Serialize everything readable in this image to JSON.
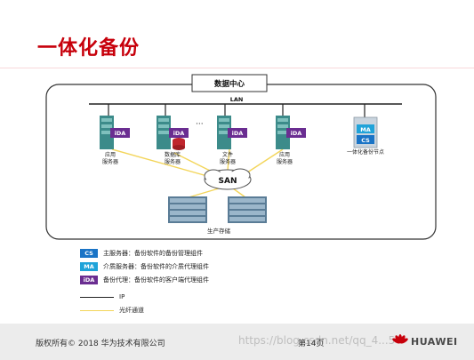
{
  "slide": {
    "title": "一体化备份",
    "footer_copyright": "版权所有© 2018 华为技术有限公司",
    "page_number": "第14页",
    "watermark": "https://blog.csdn.net/qq_4...5",
    "brand": "HUAWEI"
  },
  "diagram": {
    "datacenter_label": "数据中心",
    "lan_label": "LAN",
    "san_label": "SAN",
    "ida_badge": "iDA",
    "ellipsis": "···",
    "servers": [
      "应用\n服务器",
      "数据库\n服务器",
      "文件\n服务器",
      "应用\n服务器"
    ],
    "appliance_label": "一体化备份节点",
    "appliance_badges": [
      "MA",
      "CS"
    ],
    "storage_label": "生产存储"
  },
  "legend": {
    "items": [
      {
        "badge": "CS",
        "text": "主服务器：备份软件的备份管理组件"
      },
      {
        "badge": "MA",
        "text": "介质服务器：备份软件的介质代理组件"
      },
      {
        "badge": "iDA",
        "text": "备份代理：备份软件的客户端代理组件"
      }
    ],
    "ip_label": "IP",
    "fiber_label": "光纤通道"
  },
  "colors": {
    "title_red": "#c7000b",
    "fiber_yellow": "#f3d55a",
    "ida_purple": "#6a2d91",
    "cs_blue": "#1a74c6",
    "ma_blue": "#1fa3d9",
    "server_teal": "#3c8b8a"
  }
}
